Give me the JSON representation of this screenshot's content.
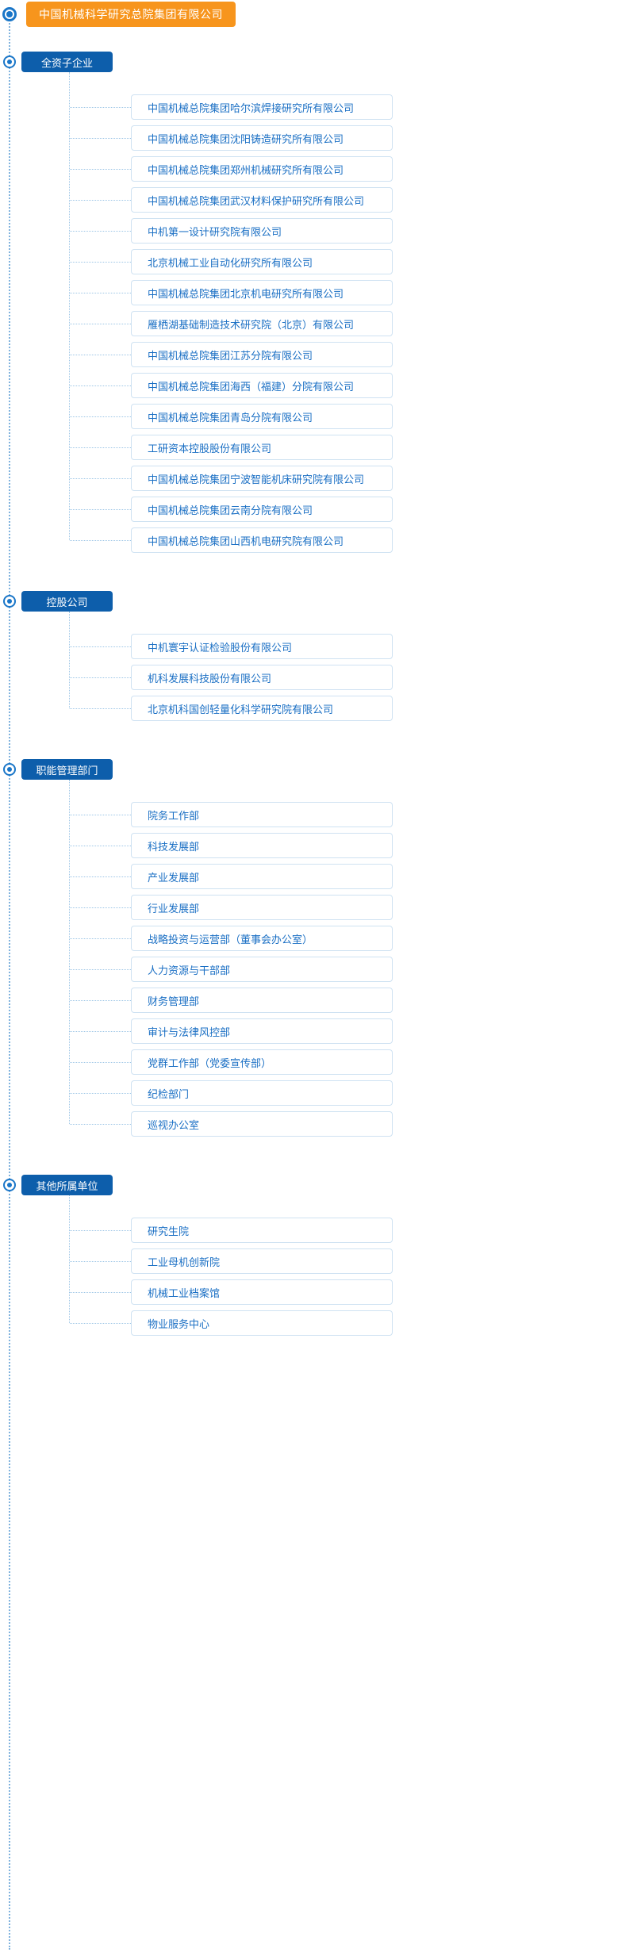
{
  "colors": {
    "root_bg": "#f7951d",
    "section_bg": "#0d5eab",
    "item_text": "#1a6fc4",
    "item_border": "#cfe2f2",
    "line": "#9ec6e6",
    "spine": "#7fb2dd"
  },
  "root": {
    "label": "中国机械科学研究总院集团有限公司"
  },
  "sections": [
    {
      "label": "全资子企业",
      "items": [
        "中国机械总院集团哈尔滨焊接研究所有限公司",
        "中国机械总院集团沈阳铸造研究所有限公司",
        "中国机械总院集团郑州机械研究所有限公司",
        "中国机械总院集团武汉材料保护研究所有限公司",
        "中机第一设计研究院有限公司",
        "北京机械工业自动化研究所有限公司",
        "中国机械总院集团北京机电研究所有限公司",
        "雁栖湖基础制造技术研究院（北京）有限公司",
        "中国机械总院集团江苏分院有限公司",
        "中国机械总院集团海西（福建）分院有限公司",
        "中国机械总院集团青岛分院有限公司",
        "工研资本控股股份有限公司",
        "中国机械总院集团宁波智能机床研究院有限公司",
        "中国机械总院集团云南分院有限公司",
        "中国机械总院集团山西机电研究院有限公司"
      ]
    },
    {
      "label": "控股公司",
      "items": [
        "中机寰宇认证检验股份有限公司",
        "机科发展科技股份有限公司",
        "北京机科国创轻量化科学研究院有限公司"
      ]
    },
    {
      "label": "职能管理部门",
      "items": [
        "院务工作部",
        "科技发展部",
        "产业发展部",
        "行业发展部",
        "战略投资与运营部（董事会办公室）",
        "人力资源与干部部",
        "财务管理部",
        "审计与法律风控部",
        "党群工作部（党委宣传部）",
        "纪检部门",
        "巡视办公室"
      ]
    },
    {
      "label": "其他所属单位",
      "items": [
        "研究生院",
        "工业母机创新院",
        "机械工业档案馆",
        "物业服务中心"
      ]
    }
  ]
}
